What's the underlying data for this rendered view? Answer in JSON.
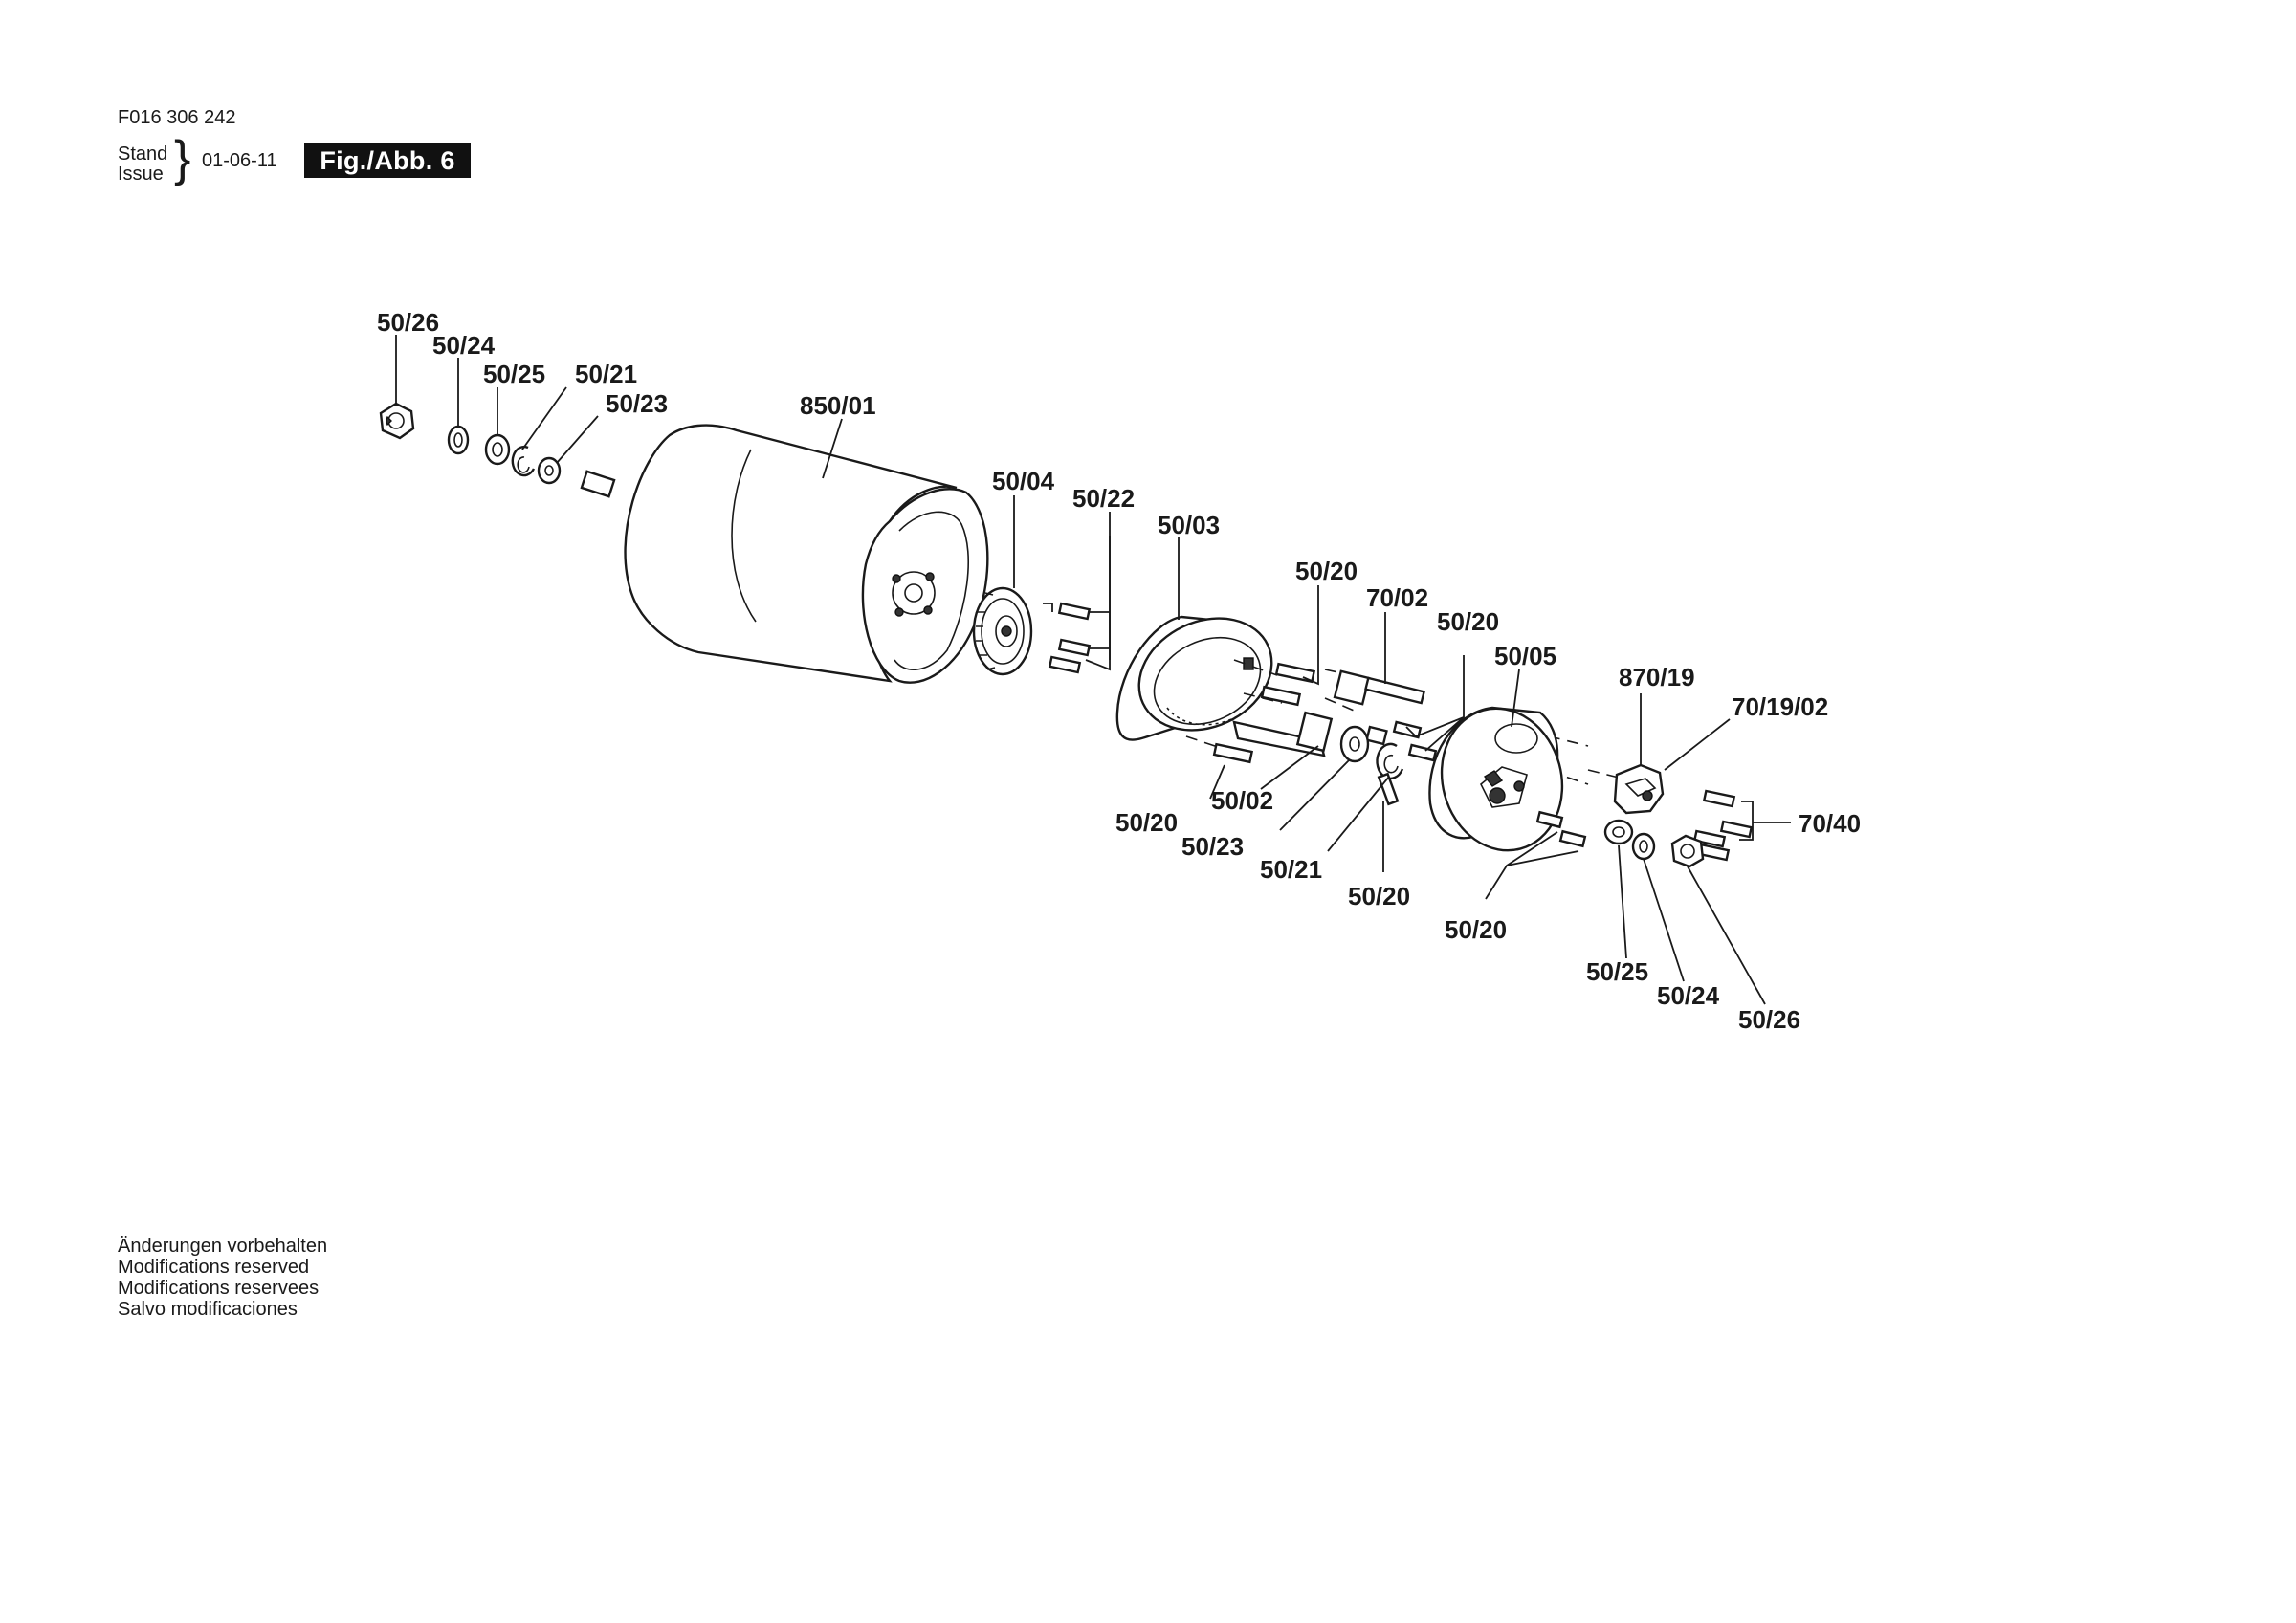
{
  "header": {
    "part_number": "F016 306 242",
    "stand": "Stand",
    "issue": "Issue",
    "date": "01-06-11",
    "figure": "Fig./Abb. 6"
  },
  "labels": {
    "nut_left": "50/26",
    "spring_washer_left": "50/24",
    "washer_left": "50/25",
    "circlip_left": "50/21",
    "washer_small_left": "50/23",
    "motor": "850/01",
    "bearing": "50/04",
    "screws_bearing": "50/22",
    "gear_ring": "50/03",
    "screw_top": "50/20",
    "pinion_shaft": "70/02",
    "screws_right_a": "50/20",
    "housing_cover": "50/05",
    "bracket": "870/19",
    "bracket_part": "70/19/02",
    "screws_bracket": "70/40",
    "screw_lower_left": "50/20",
    "shaft": "50/02",
    "washer_lower": "50/23",
    "circlip_lower": "50/21",
    "screw_lower_mid": "50/20",
    "screws_lower_right": "50/20",
    "washer_right": "50/25",
    "spring_washer_right": "50/24",
    "nut_right": "50/26"
  },
  "notes": [
    "Änderungen vorbehalten",
    "Modifications reserved",
    "Modifications reservees",
    "Salvo modificaciones"
  ]
}
